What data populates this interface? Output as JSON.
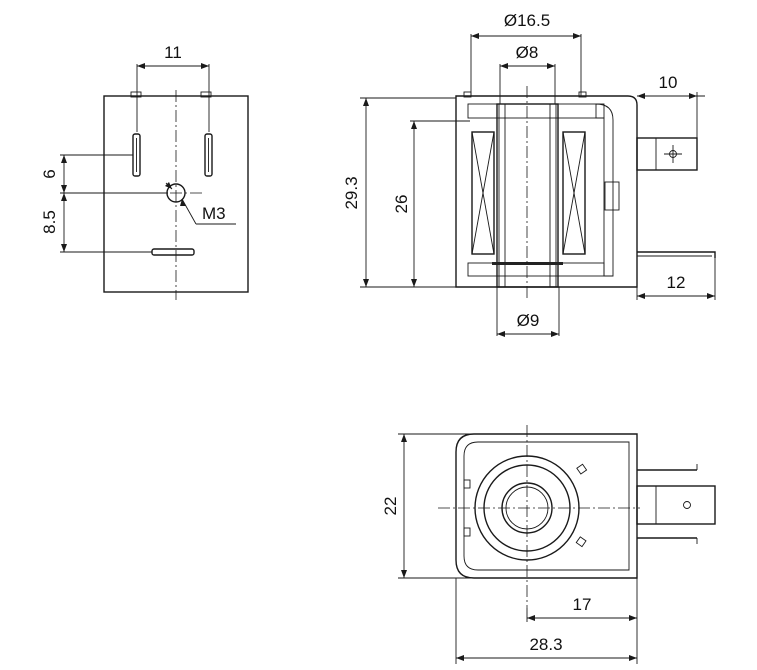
{
  "diagram": {
    "front_view": {
      "pin_spacing": "11",
      "pin_offset": "6",
      "hole_offset": "8.5",
      "thread": "M3"
    },
    "section_view": {
      "outer_diameter": "Ø16.5",
      "bore_diameter": "Ø8",
      "inner_diameter": "Ø9",
      "overall_height": "29.3",
      "coil_height": "26",
      "terminal_length": "10",
      "bracket_length": "12"
    },
    "top_view": {
      "width": "22",
      "center_offset": "17",
      "overall_length": "28.3"
    },
    "colors": {
      "line": "#1a1a1a",
      "hatch": "#1a1a1a"
    }
  }
}
